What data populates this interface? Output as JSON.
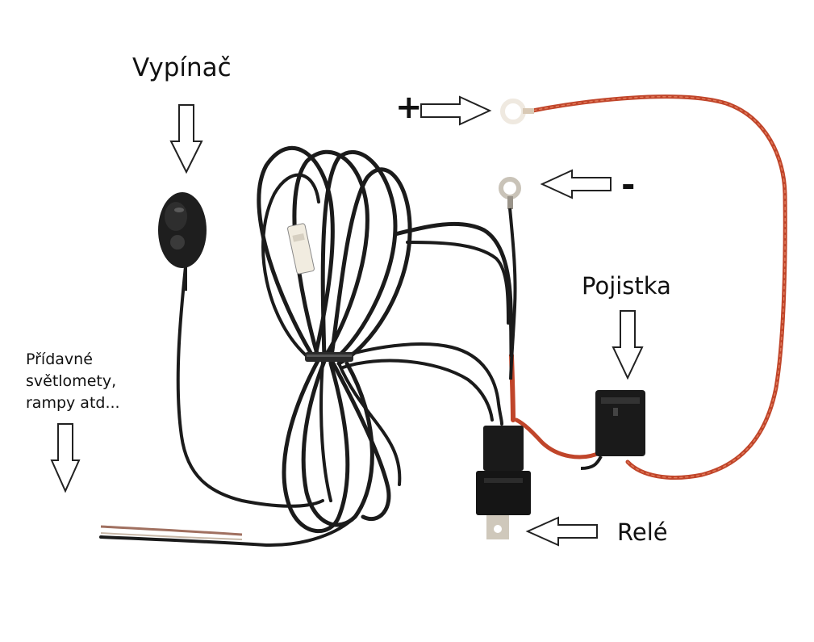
{
  "labels": {
    "switch": "Vypínač",
    "plus": "+",
    "minus": "-",
    "fuse": "Pojistka",
    "lights_line1": "Přídavné",
    "lights_line2": "světlomety,",
    "lights_line3": "rampy atd...",
    "relay": "Relé"
  },
  "colors": {
    "wire_black": "#1b1b1b",
    "wire_red": "#c0452a",
    "wire_red_dark": "#8a2a15",
    "arrow_outline": "#222222",
    "background": "#ffffff",
    "ring_terminal": "#c9c3b8"
  }
}
